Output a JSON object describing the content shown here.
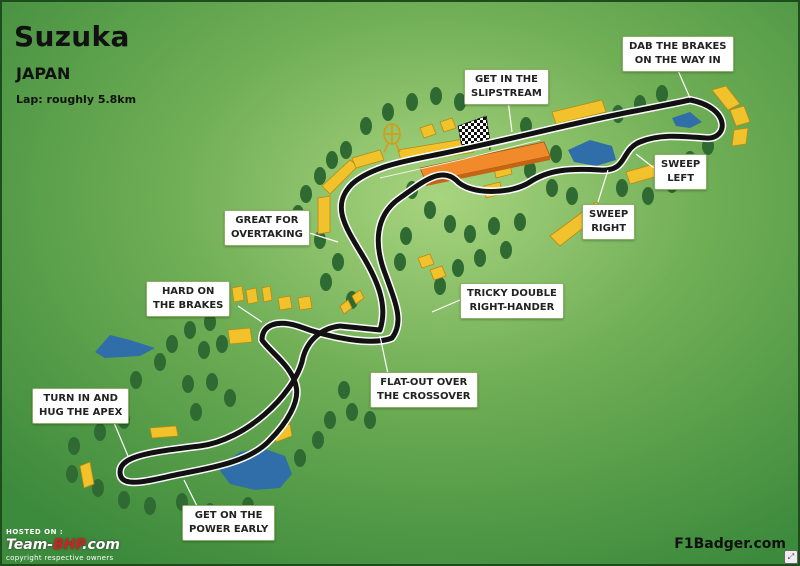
{
  "header": {
    "title": "Suzuka",
    "country": "JAPAN",
    "lap": "Lap: roughly 5.8km"
  },
  "callouts": [
    {
      "id": "dab-brakes",
      "lines": [
        "DAB THE BRAKES",
        "ON THE WAY IN"
      ]
    },
    {
      "id": "slipstream",
      "lines": [
        "GET IN THE",
        "SLIPSTREAM"
      ]
    },
    {
      "id": "sweep-left",
      "lines": [
        "SWEEP",
        "LEFT"
      ]
    },
    {
      "id": "sweep-right",
      "lines": [
        "SWEEP",
        "RIGHT"
      ]
    },
    {
      "id": "overtaking",
      "lines": [
        "GREAT FOR",
        "OVERTAKING"
      ]
    },
    {
      "id": "hard-brakes",
      "lines": [
        "HARD ON",
        "THE BRAKES"
      ]
    },
    {
      "id": "double-right",
      "lines": [
        "TRICKY DOUBLE",
        "RIGHT-HANDER"
      ]
    },
    {
      "id": "crossover",
      "lines": [
        "FLAT-OUT OVER",
        "THE CROSSOVER"
      ]
    },
    {
      "id": "hug-apex",
      "lines": [
        "TURN IN AND",
        "HUG THE APEX"
      ]
    },
    {
      "id": "power-early",
      "lines": [
        "GET ON THE",
        "POWER EARLY"
      ]
    }
  ],
  "branding": {
    "credit": "F1Badger.com",
    "hosted_on": "HOSTED ON :",
    "site_prefix": "Team-",
    "site_accent": "BHP",
    "site_suffix": ".com",
    "copyright": "copyright respective owners"
  },
  "colors": {
    "grass_light": "#8fc46a",
    "grass_dark": "#3f8a3a",
    "track": "#111111",
    "grandstand": "#f2c22c",
    "pit_building": "#f08a2a",
    "water": "#2f6ea8"
  },
  "icons": [
    "checkered-flag-icon",
    "ferris-wheel-icon",
    "expand-icon"
  ]
}
